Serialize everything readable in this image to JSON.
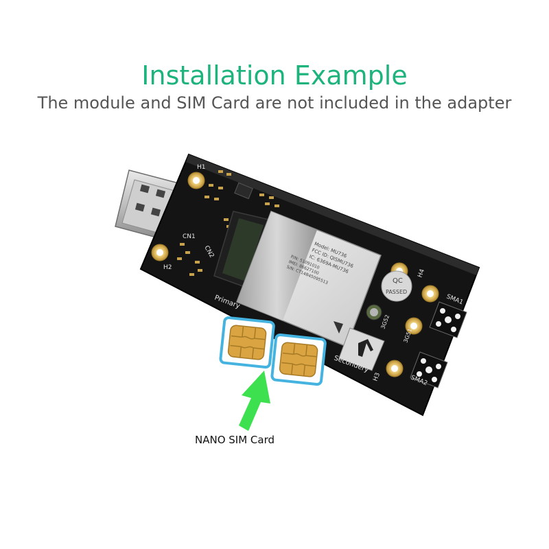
{
  "header": {
    "title": "Installation Example",
    "subtitle": "The module and SIM Card are not included in the adapter"
  },
  "caption": "NANO SIM Card",
  "board_labels": {
    "h1": "H1",
    "h2": "H2",
    "h3": "H3",
    "h4": "H4",
    "cn1": "CN1",
    "cn2": "CN2",
    "primary": "Primary",
    "secondary": "Secondery",
    "sma1": "SMA1",
    "sma2": "SMA2",
    "qc": "QC",
    "passed": "PASSED",
    "3g52": "3G52",
    "3g51": "3G51"
  },
  "colors": {
    "title": "#1db37c",
    "board": "#111111",
    "sim_border": "#45b3e0",
    "sim_chip": "#d9a441",
    "arrow": "#3de14f"
  }
}
